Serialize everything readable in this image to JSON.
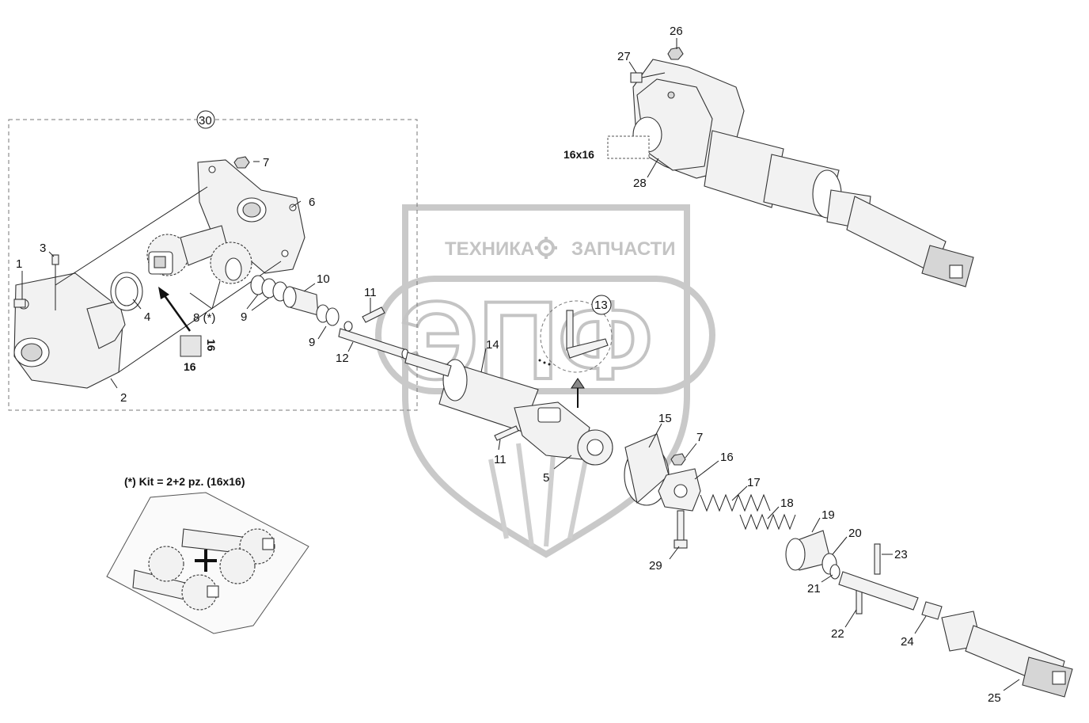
{
  "watermark": {
    "top_text_left": "ТЕХНИКА",
    "top_text_right": "ЗАПЧАСТИ",
    "big_text": "ЭПФ",
    "gear_icon": "gear-icon"
  },
  "size_label_top": "16x16",
  "square_label_a": "16",
  "square_label_b": "16",
  "kit_caption": "(*) Kit = 2+2 pz. (16x16)",
  "callouts": {
    "c1": "1",
    "c2": "2",
    "c3": "3",
    "c4": "4",
    "c5": "5",
    "c6": "6",
    "c7a": "7",
    "c7b": "7",
    "c8": "8 (*)",
    "c9a": "9",
    "c9b": "9",
    "c10": "10",
    "c11a": "11",
    "c11b": "11",
    "c12": "12",
    "c13": "13",
    "c14": "14",
    "c15": "15",
    "c16": "16",
    "c17": "17",
    "c18": "18",
    "c19": "19",
    "c20": "20",
    "c21": "21",
    "c22": "22",
    "c23": "23",
    "c24": "24",
    "c25": "25",
    "c26": "26",
    "c27": "27",
    "c28": "28",
    "c29": "29",
    "c30": "30"
  },
  "colors": {
    "line": "#222222",
    "watermark": "#c4c4c4",
    "part_fill": "#f2f2f2"
  }
}
